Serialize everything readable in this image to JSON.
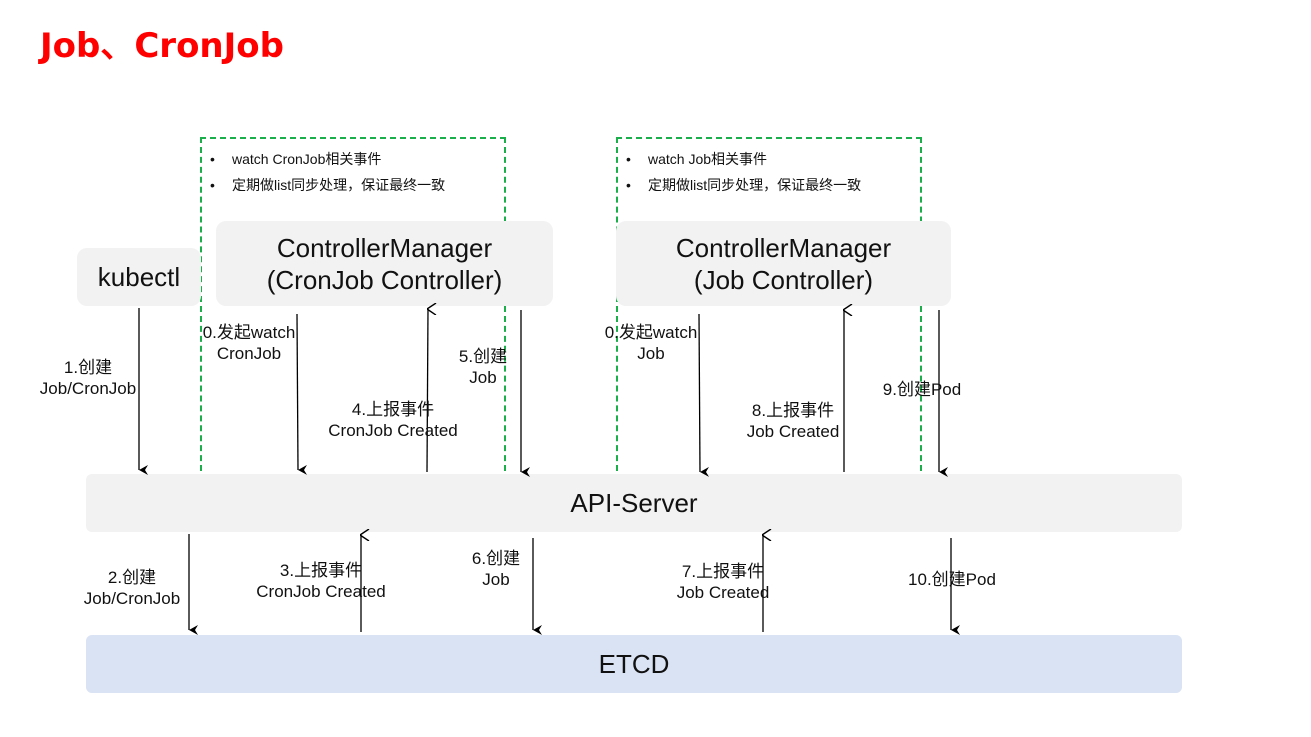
{
  "title": "Job、CronJob",
  "kubectl": "kubectl",
  "cron_controller": {
    "name": "ControllerManager\n(CronJob Controller)",
    "notes": [
      "watch CronJob相关事件",
      "定期做list同步处理，保证最终一致"
    ]
  },
  "job_controller": {
    "name": "ControllerManager\n(Job Controller)",
    "notes": [
      "watch Job相关事件",
      "定期做list同步处理，保证最终一致"
    ]
  },
  "api_server": "API-Server",
  "etcd": "ETCD",
  "steps": {
    "s0_cron": "0.发起watch\nCronJob",
    "s0_job": "0.发起watch\nJob",
    "s1": "1.创建\nJob/CronJob",
    "s2": "2.创建\nJob/CronJob",
    "s3": "3.上报事件\nCronJob Created",
    "s4": "4.上报事件\nCronJob Created",
    "s5": "5.创建\nJob",
    "s6": "6.创建\nJob",
    "s7": "7.上报事件\nJob Created",
    "s8": "8.上报事件\nJob Created",
    "s9": "9.创建Pod",
    "s10": "10.创建Pod"
  }
}
